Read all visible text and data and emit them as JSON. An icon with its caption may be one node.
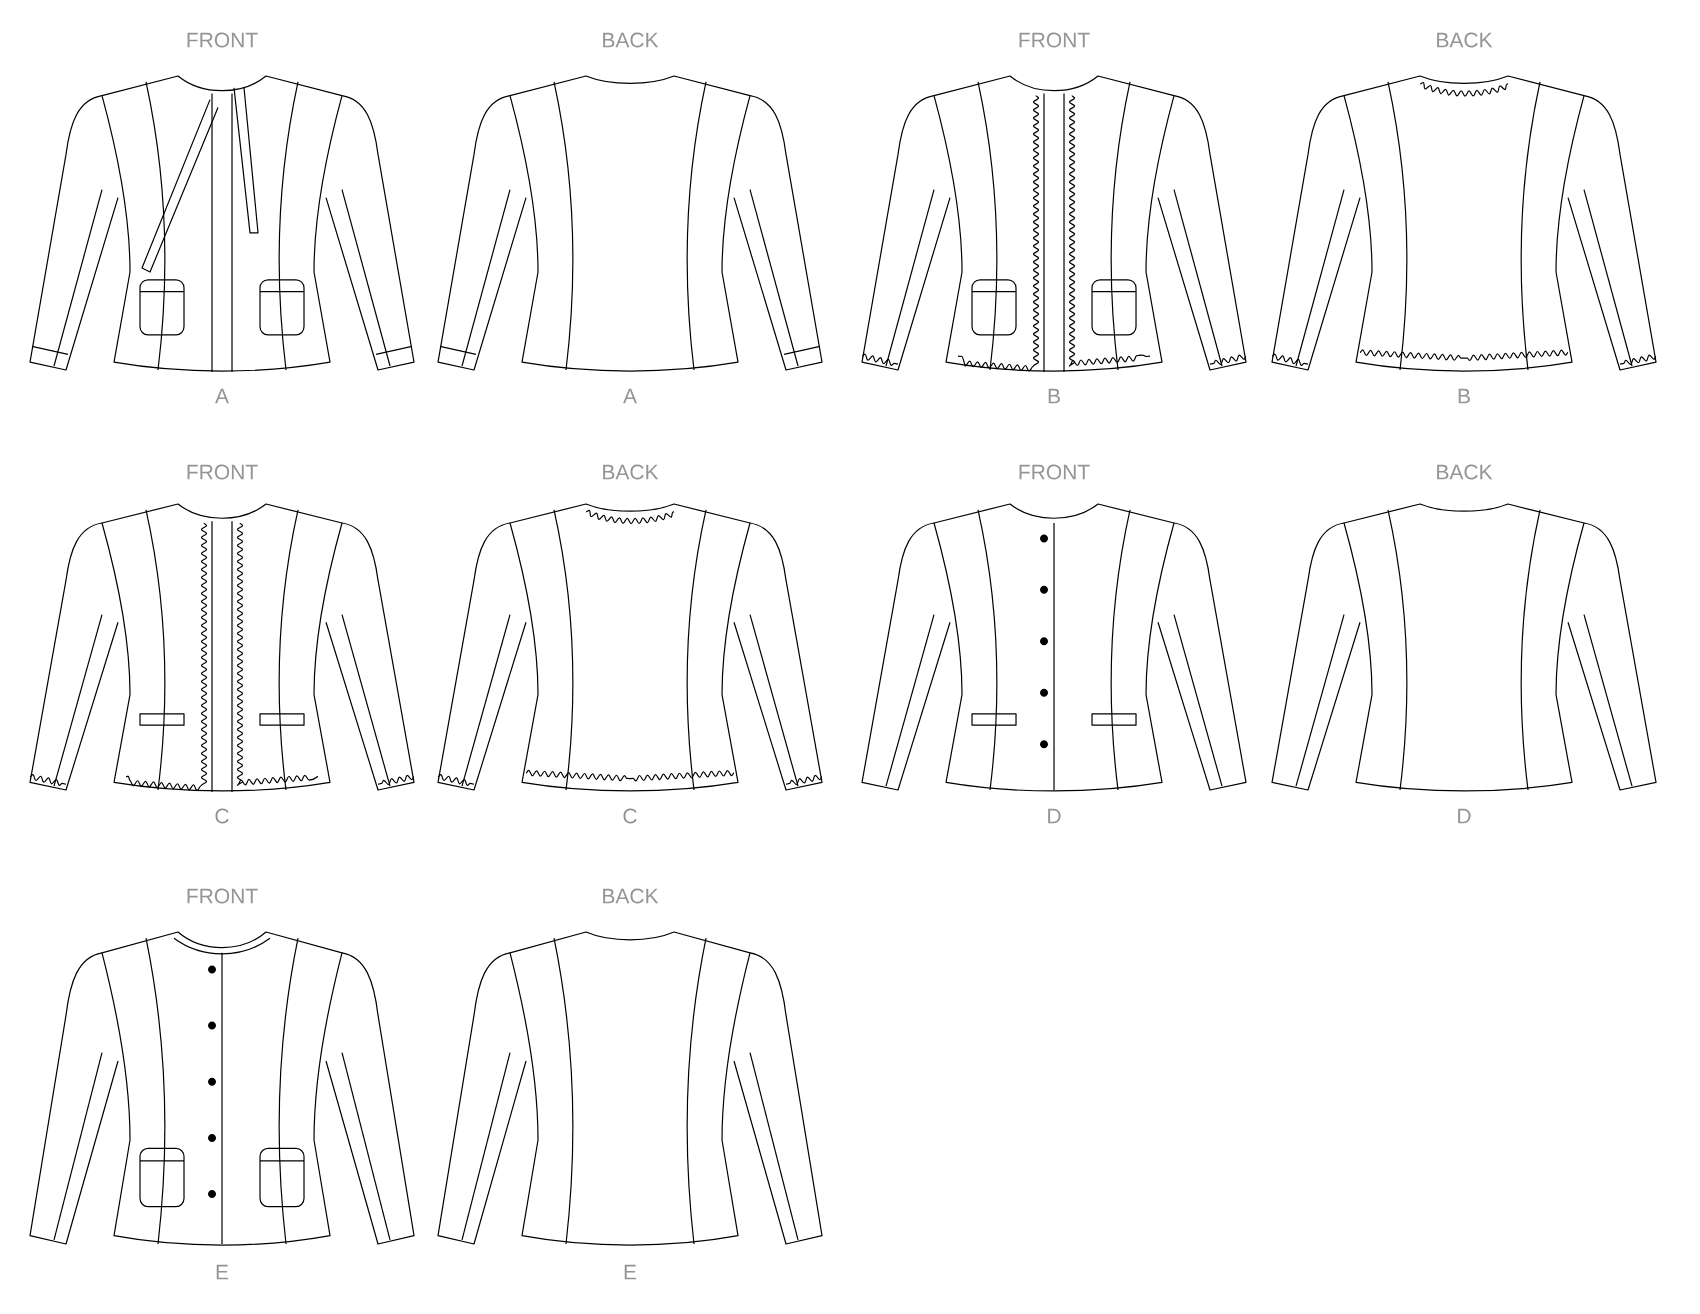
{
  "diagram": {
    "labels": [
      "FRONT",
      "BACK",
      "FRONT",
      "BACK",
      "A",
      "A",
      "B",
      "B",
      "FRONT",
      "BACK",
      "FRONT",
      "BACK",
      "C",
      "C",
      "D",
      "D",
      "FRONT",
      "BACK",
      "E",
      "E"
    ]
  }
}
